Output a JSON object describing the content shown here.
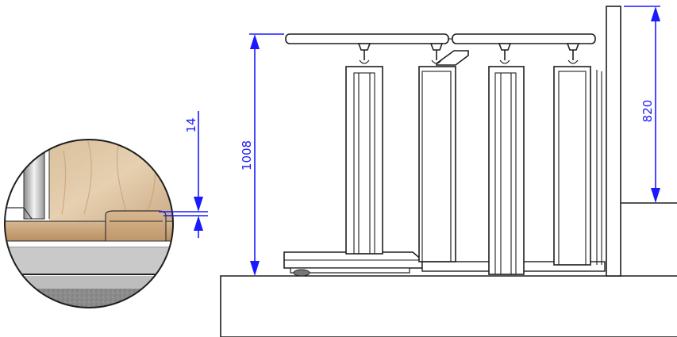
{
  "dimensions": {
    "height_total": "1008",
    "height_rail": "820",
    "detail_gap": "14"
  }
}
